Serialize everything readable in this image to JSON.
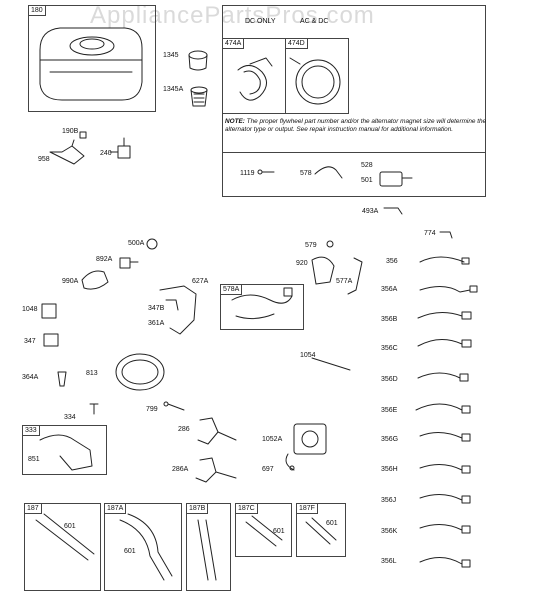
{
  "watermark": "AppliancePartsPros.com",
  "header_labels": {
    "dc_only": "DC ONLY",
    "ac_dc": "AC & DC"
  },
  "note": {
    "prefix": "NOTE:",
    "text": "The proper flywheel part number and/or the alternator magnet size will determine the alternator type or output. See repair instruction manual for additional information."
  },
  "boxes": {
    "fuel_tank": "180",
    "alt_a": "474A",
    "alt_d": "474D",
    "harness": "578A",
    "assembly_333": "333",
    "b187": "187",
    "b187a": "187A",
    "b187b": "187B",
    "b187c": "187C",
    "b187f": "187F"
  },
  "labels": {
    "l1345": "1345",
    "l1345a": "1345A",
    "l190b": "190B",
    "l958": "958",
    "l240": "240",
    "l1119": "1119",
    "l578": "578",
    "l528": "528",
    "l501": "501",
    "l493a": "493A",
    "l774": "774",
    "l500a": "500A",
    "l892a": "892A",
    "l990a": "990A",
    "l627a": "627A",
    "l347b": "347B",
    "l361a": "361A",
    "l579": "579",
    "l920": "920",
    "l577a": "577A",
    "l1048": "1048",
    "l347": "347",
    "l364a": "364A",
    "l813": "813",
    "l1054": "1054",
    "l334": "334",
    "l799": "799",
    "l286": "286",
    "l286a": "286A",
    "l1052a": "1052A",
    "l697": "697",
    "l851": "851",
    "l601a": "601",
    "l601b": "601",
    "l601c": "601",
    "l601d": "601",
    "l356": "356",
    "l356a": "356A",
    "l356b": "356B",
    "l356c": "356C",
    "l356d": "356D",
    "l356e": "356E",
    "l356g": "356G",
    "l356h": "356H",
    "l356j": "356J",
    "l356k": "356K",
    "l356l": "356L"
  },
  "colors": {
    "line": "#222222",
    "box": "#444444",
    "watermark": "#aaaaaa"
  }
}
